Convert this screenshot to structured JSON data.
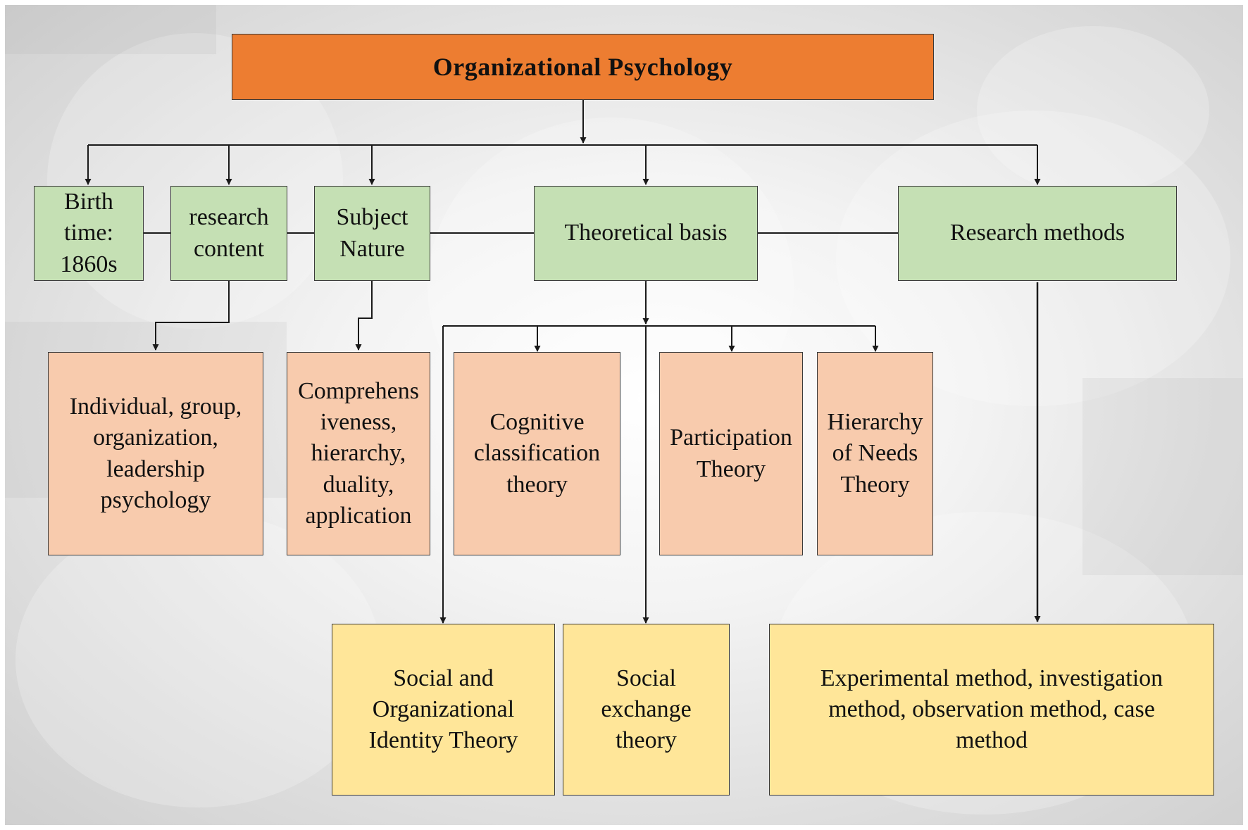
{
  "root": {
    "label": "Organizational Psychology",
    "color": "#ed7d31"
  },
  "level1": {
    "birth": "Birth\ntime:\n1860s",
    "research_content": "research\ncontent",
    "subject_nature": "Subject\nNature",
    "theoretical_basis": "Theoretical basis",
    "research_methods": "Research methods"
  },
  "level2": {
    "content_detail": "Individual, group,\norganization,\nleadership\npsychology",
    "nature_detail": "Comprehens\niveness,\nhierarchy,\nduality,\napplication",
    "cognitive": "Cognitive\nclassification\ntheory",
    "participation": "Participation\nTheory",
    "hierarchy_needs": "Hierarchy\nof Needs\nTheory"
  },
  "level3": {
    "social_identity": "Social and\nOrganizational\nIdentity Theory",
    "social_exchange": "Social\nexchange\ntheory",
    "methods_detail": "Experimental method, investigation\nmethod, observation method, case\nmethod"
  },
  "colors": {
    "green": "#c5e0b4",
    "salmon": "#f8cbad",
    "yellow": "#ffe699",
    "line": "#1a1a1a"
  }
}
